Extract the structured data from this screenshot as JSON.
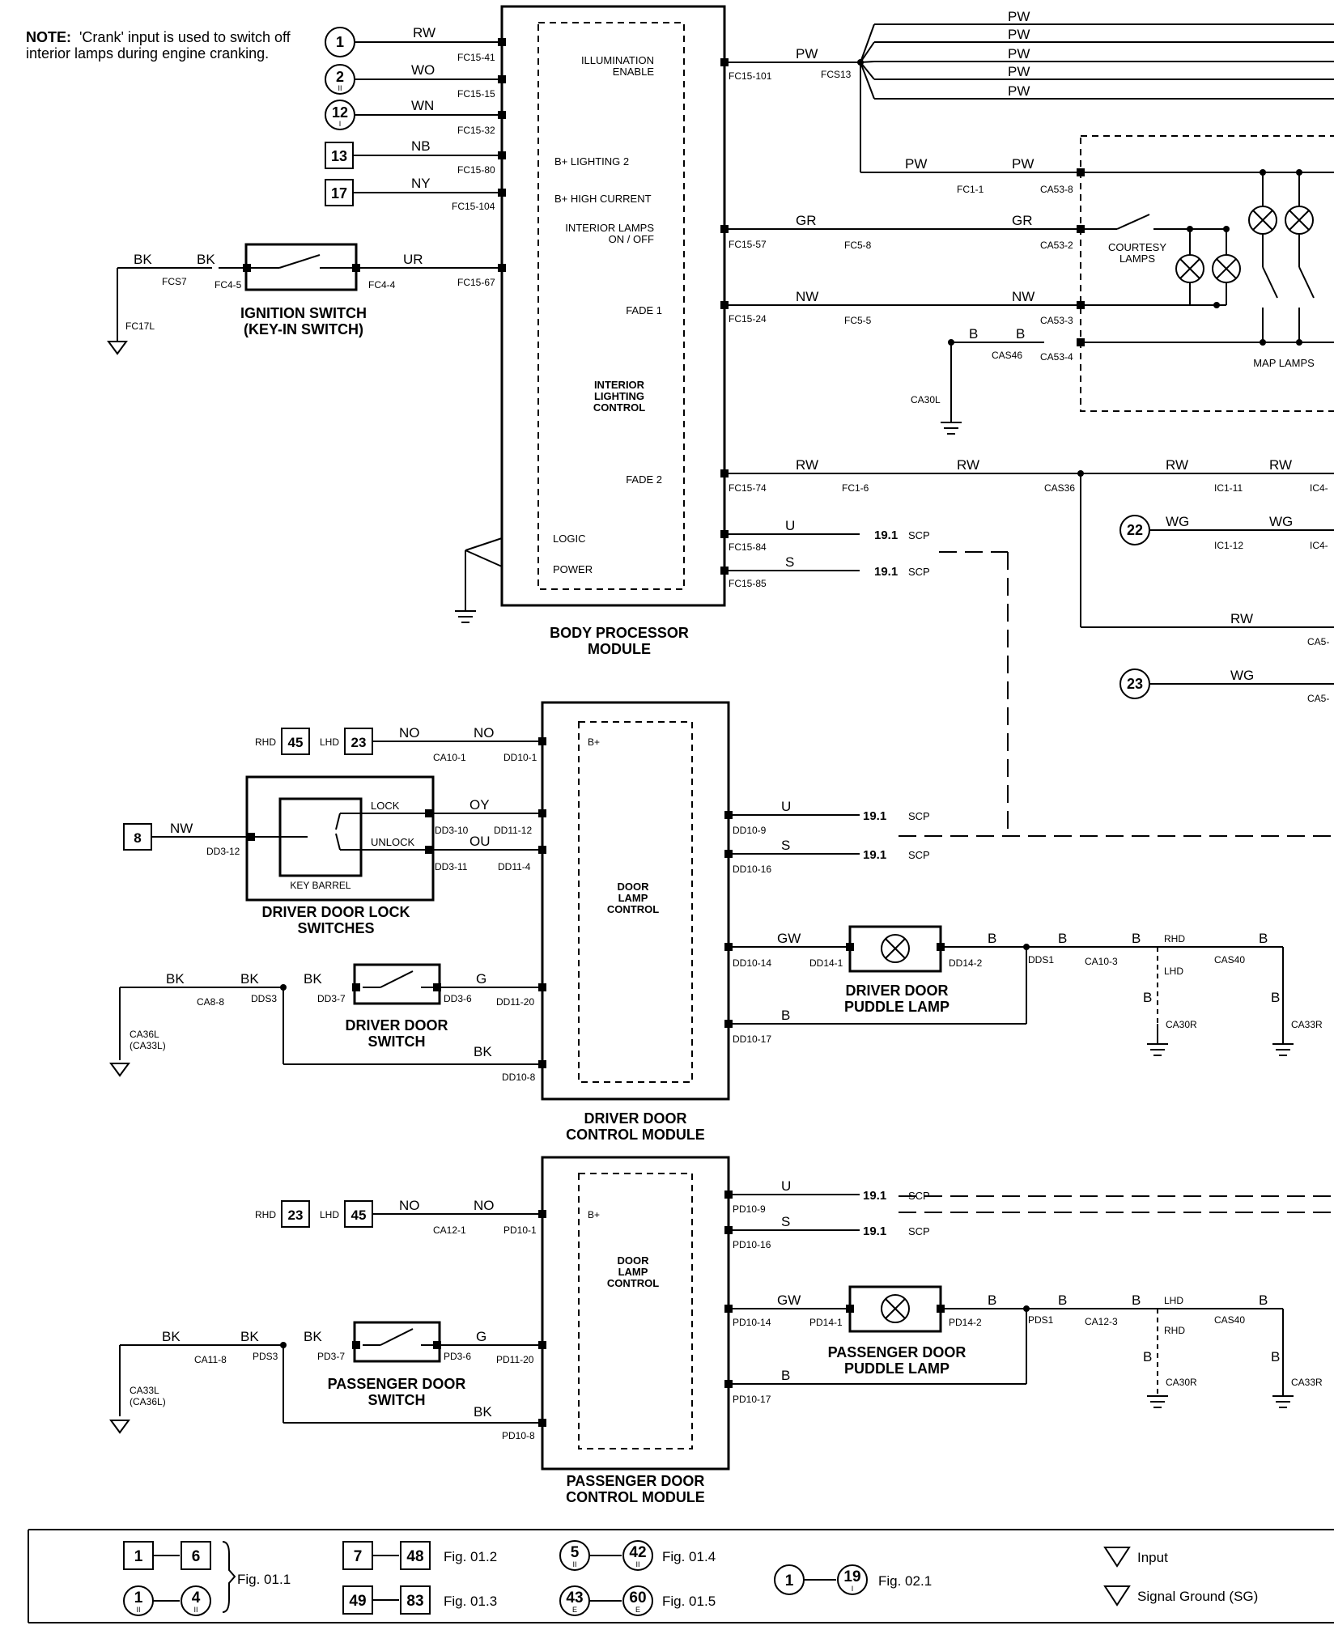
{
  "note": {
    "label": "NOTE:",
    "line1": "'Crank' input is used to switch off",
    "line2": "interior lamps during engine cranking."
  },
  "bpm": {
    "title1": "BODY PROCESSOR",
    "title2": "MODULE",
    "center1": "INTERIOR",
    "center2": "LIGHTING",
    "center3": "CONTROL",
    "illum1": "ILLUMINATION",
    "illum2": "ENABLE",
    "bl2": "B+ LIGHTING 2",
    "bhc": "B+ HIGH CURRENT",
    "il1": "INTERIOR LAMPS",
    "il2": "ON / OFF",
    "fade1": "FADE 1",
    "fade2": "FADE 2",
    "logic": "LOGIC",
    "power": "POWER",
    "inputs": [
      {
        "num": "1",
        "sub": "",
        "shape": "circle",
        "wire": "RW",
        "pin": "FC15-41"
      },
      {
        "num": "2",
        "sub": "II",
        "shape": "circle",
        "wire": "WO",
        "pin": "FC15-15"
      },
      {
        "num": "12",
        "sub": "I",
        "shape": "circle",
        "wire": "WN",
        "pin": "FC15-32"
      },
      {
        "num": "13",
        "sub": "",
        "shape": "square",
        "wire": "NB",
        "pin": "FC15-80"
      },
      {
        "num": "17",
        "sub": "",
        "shape": "square",
        "wire": "NY",
        "pin": "FC15-104"
      }
    ],
    "pins": {
      "p67": "FC15-67",
      "p101": "FC15-101",
      "p57": "FC15-57",
      "p24": "FC15-24",
      "p74": "FC15-74",
      "p84": "FC15-84",
      "p85": "FC15-85"
    }
  },
  "ignition": {
    "title1": "IGNITION SWITCH",
    "title2": "(KEY-IN SWITCH)",
    "wire_bk": "BK",
    "wire_ur": "UR",
    "fcs7": "FCS7",
    "fc45": "FC4-5",
    "fc44": "FC4-4",
    "ground": "FC17L"
  },
  "right": {
    "pw": "PW",
    "fcs13": "FCS13",
    "fc11": "FC1-1",
    "ca538": "CA53-8",
    "gr": "GR",
    "fc58": "FC5-8",
    "ca532": "CA53-2",
    "nw": "NW",
    "fc55": "FC5-5",
    "ca533": "CA53-3",
    "b": "B",
    "cas46": "CAS46",
    "ca534": "CA53-4",
    "ca30l": "CA30L",
    "courtesy1": "COURTESY",
    "courtesy2": "LAMPS",
    "map": "MAP LAMPS",
    "rw": "RW",
    "fc16": "FC1-6",
    "cas36": "CAS36",
    "ic111": "IC1-11",
    "ic4a": "IC4-",
    "n22": "22",
    "wg": "WG",
    "ic112": "IC1-12",
    "ic4b": "IC4-",
    "ca5a": "CA5-",
    "n23": "23",
    "ca5b": "CA5-",
    "u": "U",
    "s": "S",
    "ref": "19.1",
    "scp": "SCP"
  },
  "ddcm": {
    "title1": "DRIVER DOOR",
    "title2": "CONTROL MODULE",
    "center1": "DOOR",
    "center2": "LAMP",
    "center3": "CONTROL",
    "bplus": "B+",
    "rhd": "RHD",
    "n45": "45",
    "lhd": "LHD",
    "n23": "23",
    "no": "NO",
    "ca101": "CA10-1",
    "dd101": "DD10-1",
    "n8": "8",
    "nw": "NW",
    "dd312": "DD3-12",
    "lock": "LOCK",
    "unlock": "UNLOCK",
    "barrel": "KEY BARREL",
    "oy": "OY",
    "ou": "OU",
    "dd310": "DD3-10",
    "dd1112": "DD11-12",
    "dd311": "DD3-11",
    "dd114": "DD11-4",
    "sw1": "DRIVER DOOR LOCK",
    "sw2": "SWITCHES",
    "u": "U",
    "s": "S",
    "dd109": "DD10-9",
    "dd1016": "DD10-16",
    "ref": "19.1",
    "scp": "SCP",
    "gw": "GW",
    "dd1014": "DD10-14",
    "dd141": "DD14-1",
    "dd142": "DD14-2",
    "b": "B",
    "dds1": "DDS1",
    "ca103": "CA10-3",
    "lhd2": "LHD",
    "rhd2": "RHD",
    "cas40": "CAS40",
    "ca30r": "CA30R",
    "ca33r": "CA33R",
    "puddle1": "DRIVER DOOR",
    "puddle2": "PUDDLE LAMP",
    "dd1017": "DD10-17",
    "bk": "BK",
    "ca88": "CA8-8",
    "dds3": "DDS3",
    "dd37": "DD3-7",
    "dd36": "DD3-6",
    "g": "G",
    "dd1120": "DD11-20",
    "ca36l": "CA36L",
    "ca33l": "(CA33L)",
    "dsw1": "DRIVER DOOR",
    "dsw2": "SWITCH",
    "dd108": "DD10-8"
  },
  "pdcm": {
    "title1": "PASSENGER DOOR",
    "title2": "CONTROL MODULE",
    "center1": "DOOR",
    "center2": "LAMP",
    "center3": "CONTROL",
    "bplus": "B+",
    "rhd": "RHD",
    "n23": "23",
    "lhd": "LHD",
    "n45": "45",
    "no": "NO",
    "ca121": "CA12-1",
    "pd101": "PD10-1",
    "u": "U",
    "s": "S",
    "pd109": "PD10-9",
    "pd1016": "PD10-16",
    "ref": "19.1",
    "scp": "SCP",
    "gw": "GW",
    "pd1014": "PD10-14",
    "pd141": "PD14-1",
    "pd142": "PD14-2",
    "b": "B",
    "pds1": "PDS1",
    "ca123": "CA12-3",
    "lhd2": "LHD",
    "rhd2": "RHD",
    "cas40": "CAS40",
    "ca30r": "CA30R",
    "ca33r": "CA33R",
    "puddle1": "PASSENGER DOOR",
    "puddle2": "PUDDLE LAMP",
    "pd1017": "PD10-17",
    "bk": "BK",
    "ca118": "CA11-8",
    "pds3": "PDS3",
    "pd37": "PD3-7",
    "pd36": "PD3-6",
    "g": "G",
    "pd1120": "PD11-20",
    "ca33l": "CA33L",
    "ca36l": "(CA36L)",
    "psw1": "PASSENGER DOOR",
    "psw2": "SWITCH",
    "pd108": "PD10-8"
  },
  "legend": {
    "r1a": "1",
    "r1b": "6",
    "r2a": "1",
    "r2as": "II",
    "r2b": "4",
    "r2bs": "II",
    "fig011": "Fig. 01.1",
    "r3a": "7",
    "r3b": "48",
    "fig012": "Fig. 01.2",
    "r4a": "49",
    "r4b": "83",
    "fig013": "Fig. 01.3",
    "r5a": "5",
    "r5as": "II",
    "r5b": "42",
    "r5bs": "II",
    "fig014": "Fig. 01.4",
    "r6a": "43",
    "r6as": "E",
    "r6b": "60",
    "r6bs": "E",
    "fig015": "Fig. 01.5",
    "r7a": "1",
    "r7b": "19",
    "r7bs": "I",
    "fig021": "Fig. 02.1",
    "input": "Input",
    "sg": "Signal Ground (SG)"
  }
}
